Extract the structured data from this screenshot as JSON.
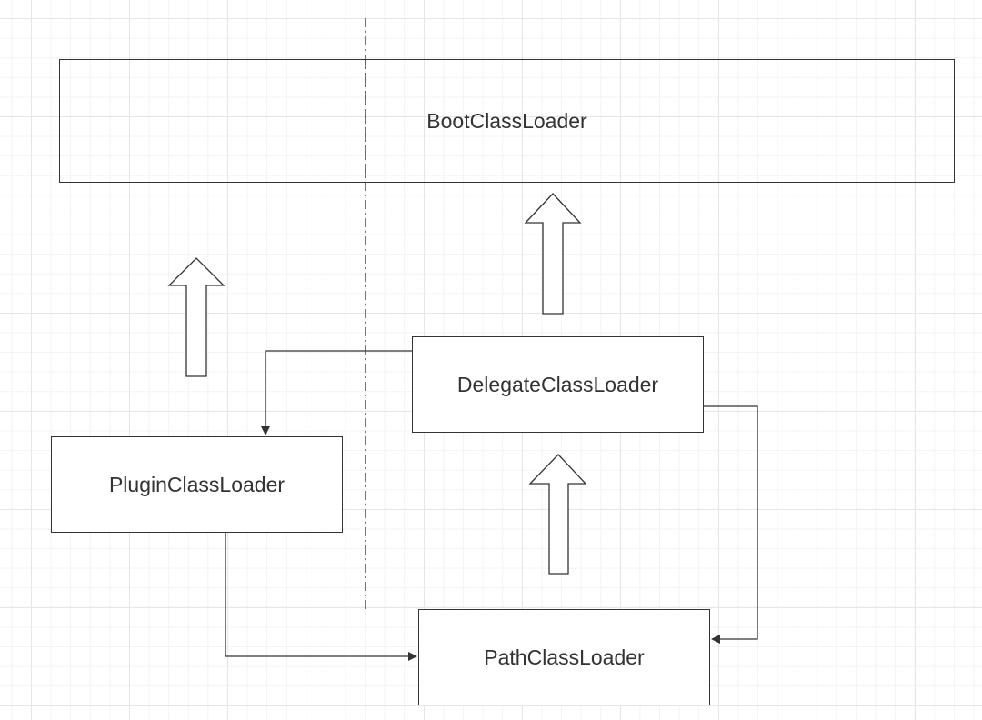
{
  "diagram": {
    "nodes": {
      "boot": "BootClassLoader",
      "delegate": "DelegateClassLoader",
      "plugin": "PluginClassLoader",
      "path": "PathClassLoader"
    }
  },
  "colors": {
    "stroke": "#333333",
    "grid": "#e6e6e6",
    "background": "#ffffff"
  }
}
